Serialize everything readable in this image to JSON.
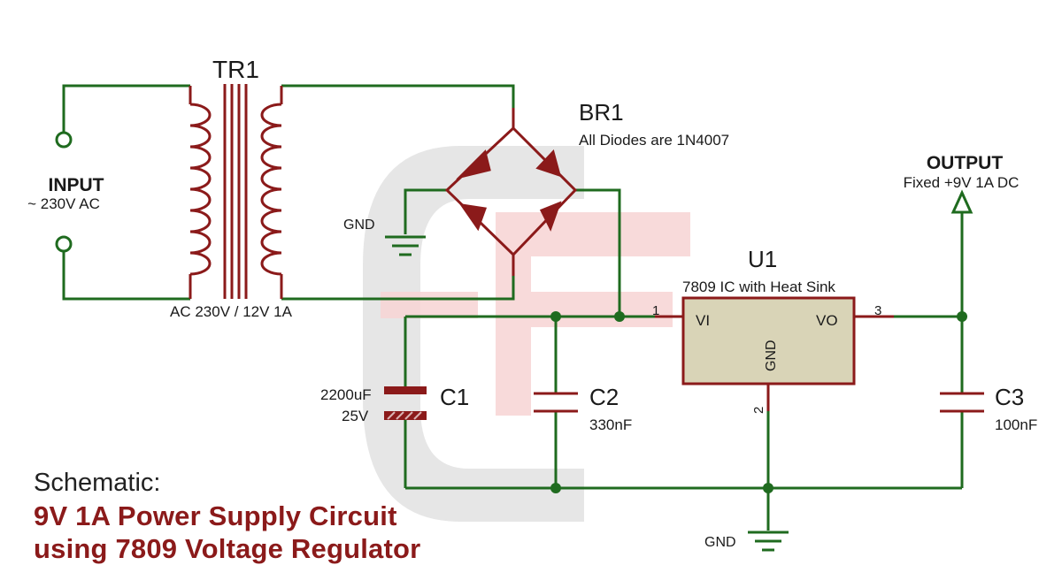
{
  "colors": {
    "wire": "#1f6b1f",
    "component": "#8b1a1a",
    "regulator_fill": "#d9d4b7",
    "caption_title": "#8b1a1a",
    "watermark_gray": "#e6e6e6",
    "watermark_red": "#f7d4d4"
  },
  "labels": {
    "transformer": {
      "name": "TR1",
      "rating": "AC 230V / 12V 1A"
    },
    "input": {
      "title": "INPUT",
      "subtitle": "~ 230V AC"
    },
    "bridge": {
      "name": "BR1",
      "note": "All Diodes are 1N4007"
    },
    "gnd_top": "GND",
    "gnd_bottom": "GND",
    "output": {
      "title": "OUTPUT",
      "subtitle": "Fixed +9V 1A DC"
    },
    "regulator": {
      "name": "U1",
      "description": "7809 IC with Heat Sink",
      "pin_vi": "VI",
      "pin_vo": "VO",
      "pin_gnd": "GND",
      "pin1": "1",
      "pin2": "2",
      "pin3": "3"
    },
    "c1": {
      "name": "C1",
      "value": "2200uF",
      "voltage": "25V"
    },
    "c2": {
      "name": "C2",
      "value": "330nF"
    },
    "c3": {
      "name": "C3",
      "value": "100nF"
    }
  },
  "caption": {
    "prefix": "Schematic:",
    "line1": "9V 1A Power Supply Circuit",
    "line2": "using 7809 Voltage Regulator"
  }
}
